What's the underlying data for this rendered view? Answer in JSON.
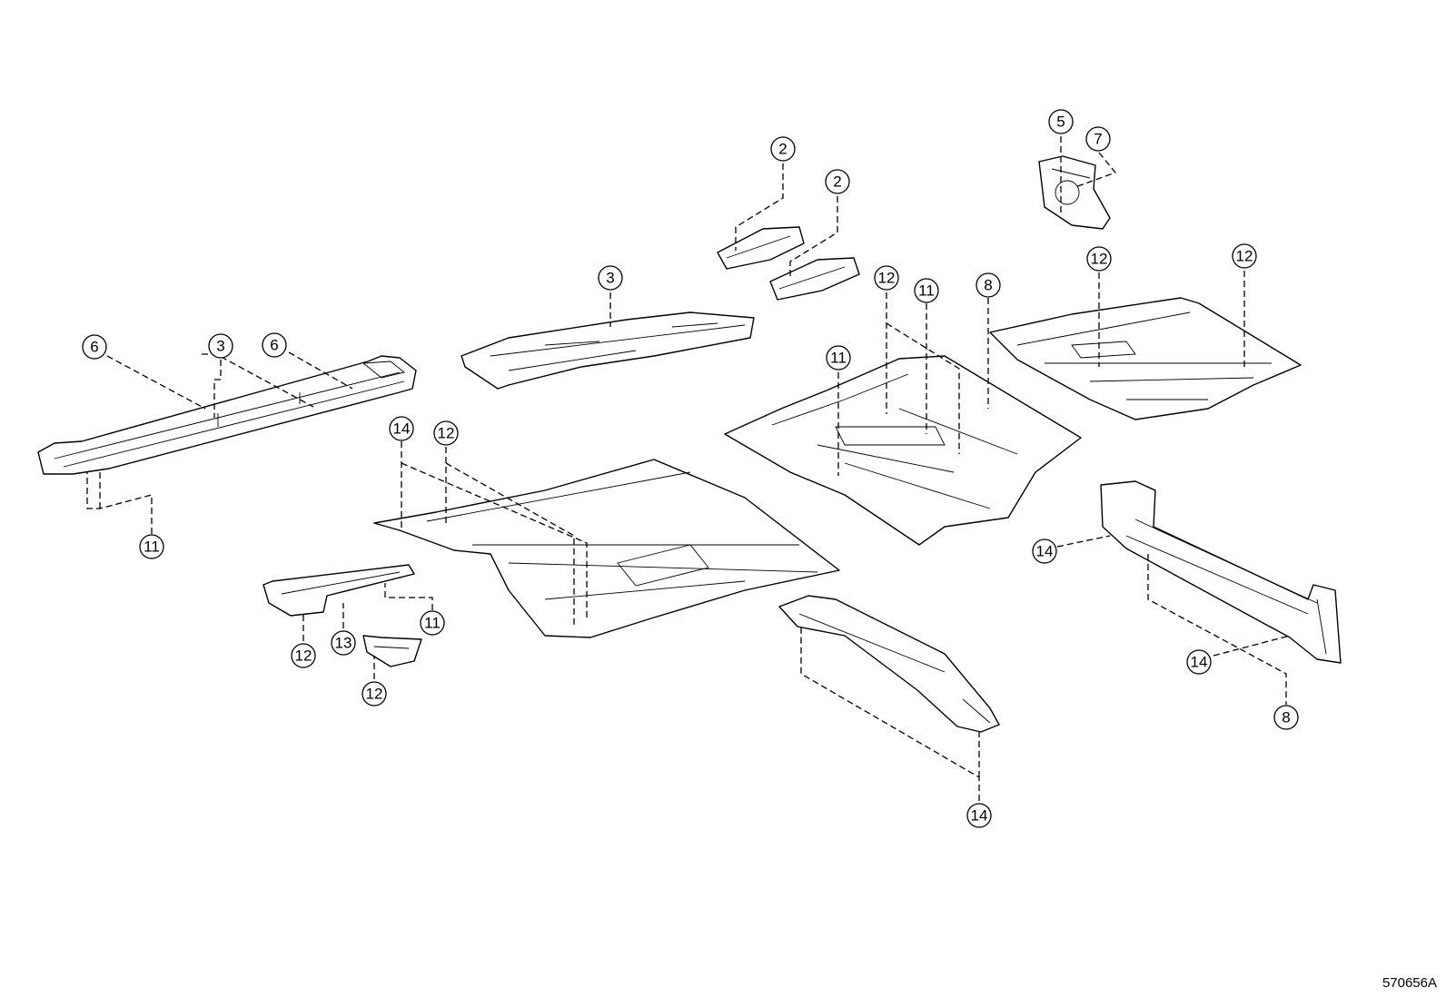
{
  "callouts": {
    "c2a": "2",
    "c2b": "2",
    "c5": "5",
    "c7": "7",
    "c3a": "3",
    "c6a": "6",
    "c3b": "3",
    "c6b": "6",
    "c11a": "11",
    "c12a": "12",
    "c11b": "11",
    "c8a": "8",
    "c12b": "12",
    "c12c": "12",
    "c11c": "11",
    "c14a": "14",
    "c12d": "12",
    "c12e": "12",
    "c13": "13",
    "c11d": "11",
    "c12f": "12",
    "c14b": "14",
    "c14c": "14",
    "c14d": "14",
    "c8b": "8"
  },
  "reference_code": "570656A"
}
